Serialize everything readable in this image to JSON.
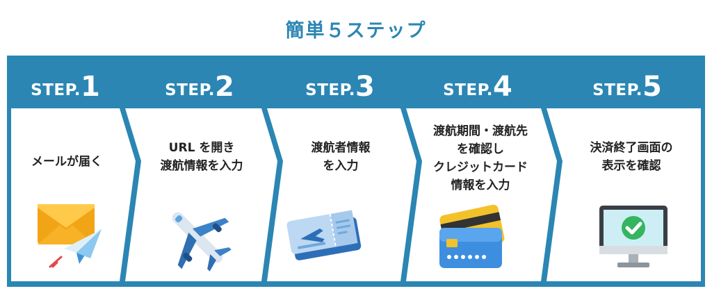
{
  "title": "簡単５ステップ",
  "colors": {
    "accent": "#2b86b3",
    "text": "#222222",
    "panel": "#ffffff"
  },
  "steps": [
    {
      "label": "STEP.",
      "num": "1",
      "lines": [
        "メールが届く"
      ],
      "icon": "envelope-paper-plane-icon"
    },
    {
      "label": "STEP.",
      "num": "2",
      "lines": [
        "URL を開き",
        "渡航情報を入力"
      ],
      "icon": "airplane-icon"
    },
    {
      "label": "STEP.",
      "num": "3",
      "lines": [
        "渡航者情報",
        "を入力"
      ],
      "icon": "boarding-ticket-icon"
    },
    {
      "label": "STEP.",
      "num": "4",
      "lines": [
        "渡航期間・渡航先",
        "を確認し",
        "クレジットカード",
        "情報を入力"
      ],
      "icon": "credit-card-icon"
    },
    {
      "label": "STEP.",
      "num": "5",
      "lines": [
        "決済終了画面の",
        "表示を確認"
      ],
      "icon": "monitor-check-icon"
    }
  ]
}
